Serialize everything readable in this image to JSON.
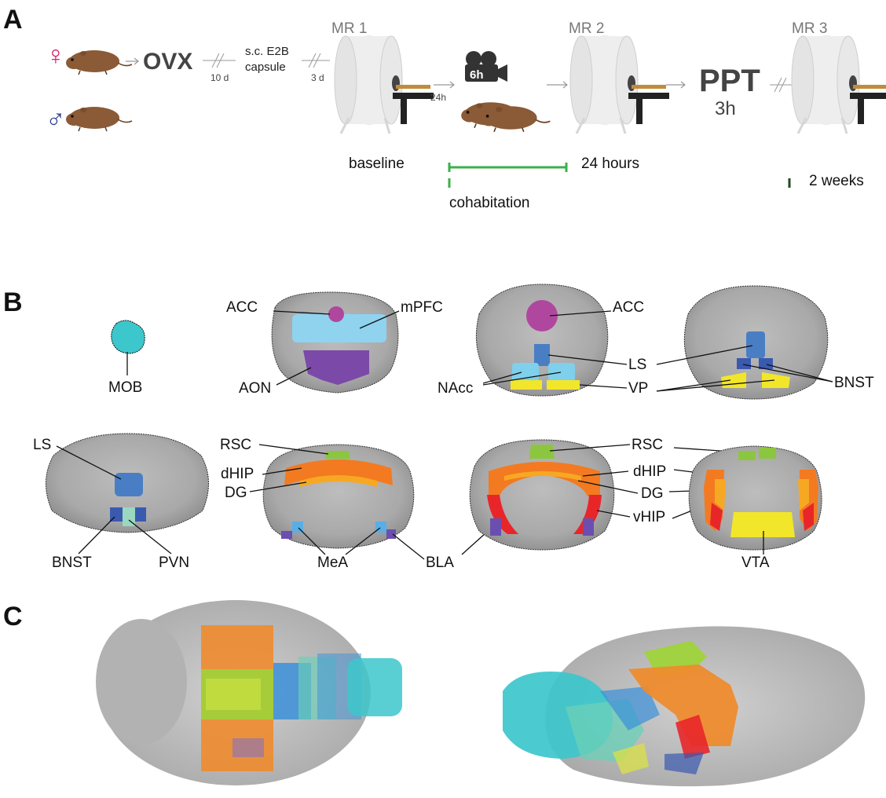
{
  "panels": {
    "a": "A",
    "b": "B",
    "c": "C"
  },
  "timeline": {
    "female_symbol": "♀",
    "male_symbol": "♂",
    "ovx": "OVX",
    "interval_1": "10 d",
    "capsule_line1": "s.c. E2B",
    "capsule_line2": "capsule",
    "interval_2": "3 d",
    "mr1": "MR 1",
    "mr2": "MR 2",
    "mr3": "MR 3",
    "interval_24h": "24h",
    "video_duration": "6h",
    "ppt": "PPT",
    "ppt_duration": "3h",
    "baseline": "baseline",
    "span_24h": "24 hours",
    "span_2w": "2 weeks",
    "cohabitation": "cohabitation"
  },
  "brain_labels": {
    "mob": "MOB",
    "s2_acc": "ACC",
    "s2_mpfc": "mPFC",
    "s2_aon": "AON",
    "s3_acc": "ACC",
    "s3_ls": "LS",
    "s3_nacc": "NAcc",
    "s3_vp": "VP",
    "s4_bnst": "BNST",
    "s5_ls": "LS",
    "s5_bnst": "BNST",
    "s5_pvn": "PVN",
    "s6_rsc": "RSC",
    "s6_dhip": "dHIP",
    "s6_dg": "DG",
    "s6_mea": "MeA",
    "s7_bla": "BLA",
    "s8_rsc": "RSC",
    "s8_dhip": "dHIP",
    "s8_dg": "DG",
    "s8_vhip": "vHIP",
    "s8_vta": "VTA"
  },
  "colors": {
    "female": "#d6246e",
    "male": "#2b3f8f",
    "bar_24h": "#3cb04a",
    "bar_2w_start": "#3cb04a",
    "bar_2w_end": "#1f4a25",
    "acc": "#b0479e",
    "mpfc": "#8fd3ef",
    "aon": "#7b4aa8",
    "mob": "#3cc7cc",
    "ls": "#4a7ec4",
    "bnst": "#3a5ab0",
    "nacc": "#7fd0ec",
    "vp": "#f2e62a",
    "pvn": "#9ad8c0",
    "rsc": "#8cc63f",
    "dhip": "#f37a21",
    "dg": "#f7a823",
    "vhip": "#e8262a",
    "mea": "#5aaee6",
    "bla": "#6a4fb0",
    "vta": "#f2e62a"
  }
}
